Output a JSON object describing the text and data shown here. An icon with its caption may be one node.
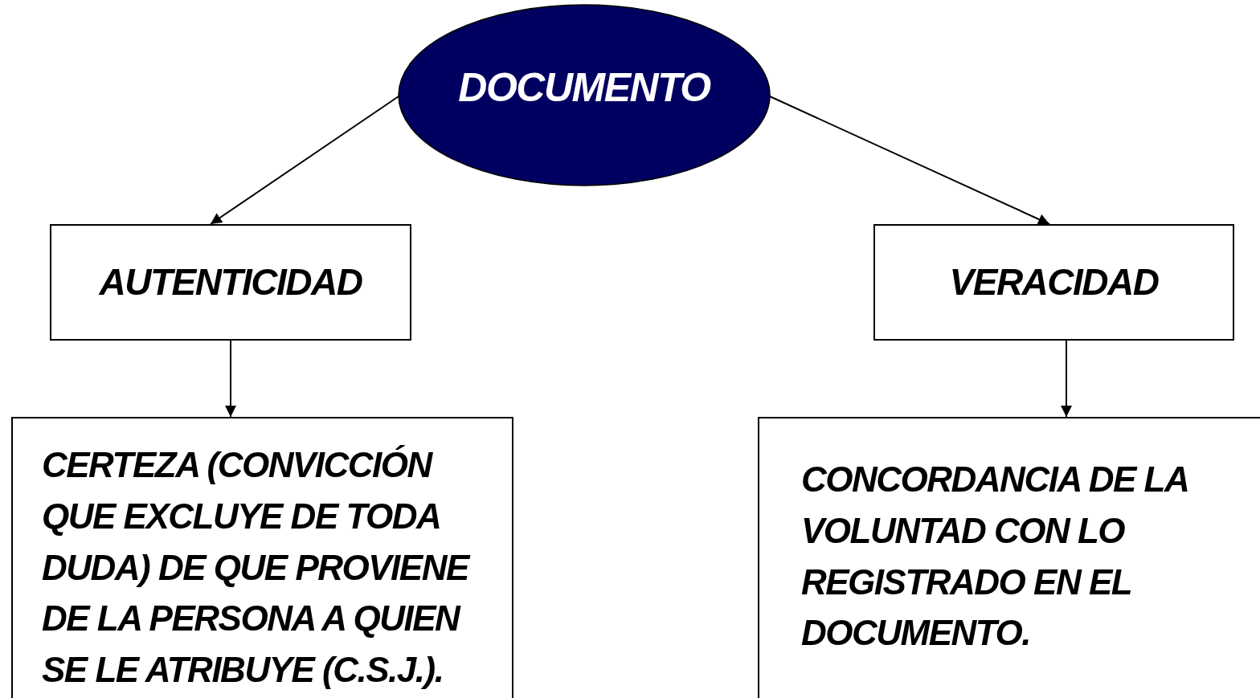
{
  "diagram": {
    "nodes": [
      {
        "text": [
          "DOCUMENTO"
        ]
      },
      {
        "text": [
          "AUTENTICIDAD"
        ]
      },
      {
        "text": [
          "VERACIDAD"
        ]
      },
      {
        "text": [
          "CERTEZA (CONVICCIÓN QUE EXCLUYE DE TODA DUDA) DE QUE PROVIENE DE LA PERSONA A QUIEN SE LE ATRIBUYE (C.S.J.)."
        ]
      },
      {
        "text": [
          "CONCORDANCIA DE LA VOLUNTAD CON LO REGISTRADO EN EL DOCUMENTO."
        ]
      }
    ],
    "edges": [
      {
        "from": 0,
        "to": 1,
        "arrow": "to"
      },
      {
        "from": 0,
        "to": 2,
        "arrow": "to"
      },
      {
        "from": 1,
        "to": 3,
        "arrow": "to"
      },
      {
        "from": 2,
        "to": 4,
        "arrow": "to"
      }
    ]
  }
}
